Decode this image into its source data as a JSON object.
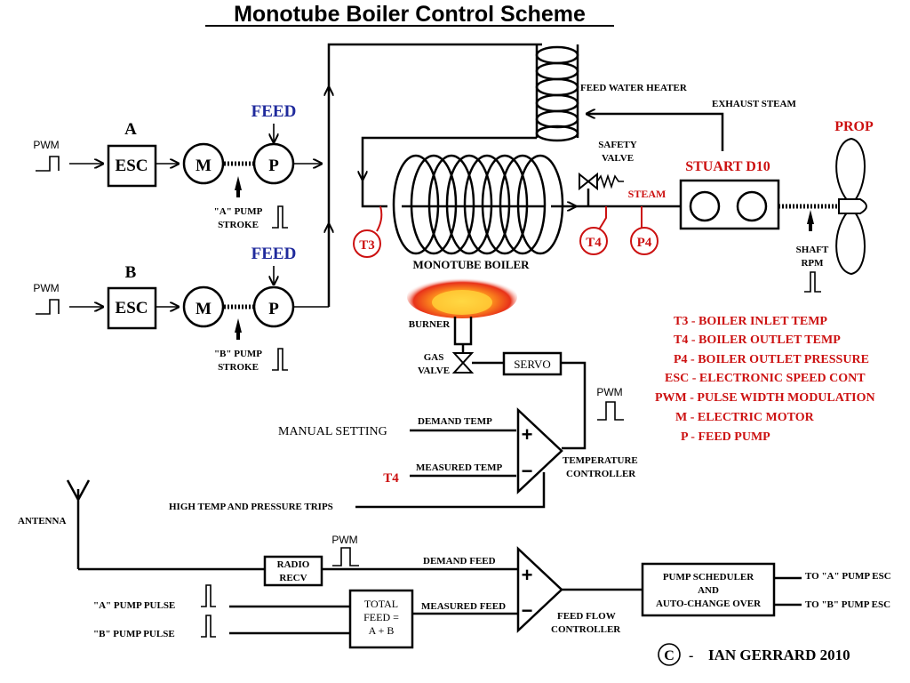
{
  "title": "Monotube Boiler Control Scheme",
  "pumps": {
    "a": {
      "letter": "A",
      "feed": "FEED",
      "pwm": "PWM",
      "esc": "ESC",
      "motor": "M",
      "pump": "P",
      "stroke_line1": "\"A\" PUMP",
      "stroke_line2": "STROKE"
    },
    "b": {
      "letter": "B",
      "feed": "FEED",
      "pwm": "PWM",
      "esc": "ESC",
      "motor": "M",
      "pump": "P",
      "stroke_line1": "\"B\" PUMP",
      "stroke_line2": "STROKE"
    }
  },
  "boiler": {
    "heater": "FEED WATER HEATER",
    "exhaust": "EXHAUST STEAM",
    "safety_line1": "SAFETY",
    "safety_line2": "VALVE",
    "engine": "STUART D10",
    "steam": "STEAM",
    "prop": "PROP",
    "shaft_line1": "SHAFT",
    "shaft_line2": "RPM",
    "name": "MONOTUBE BOILER",
    "t3": "T3",
    "t4": "T4",
    "p4": "P4",
    "burner": "BURNER",
    "gas_line1": "GAS",
    "gas_line2": "VALVE",
    "servo": "SERVO"
  },
  "legend": [
    "T3  - BOILER INLET TEMP",
    "T4  - BOILER OUTLET TEMP",
    "P4 - BOILER OUTLET PRESSURE",
    "ESC - ELECTRONIC SPEED CONT",
    "PWM - PULSE WIDTH MODULATION",
    "M - ELECTRIC MOTOR",
    "P - FEED PUMP"
  ],
  "temp_ctrl": {
    "pwm": "PWM",
    "manual": "MANUAL SETTING",
    "demand": "DEMAND TEMP",
    "measured": "MEASURED TEMP",
    "t4": "T4",
    "plus": "+",
    "minus": "−",
    "name_line1": "TEMPERATURE",
    "name_line2": "CONTROLLER",
    "trips": "HIGH TEMP AND PRESSURE TRIPS"
  },
  "feed_ctrl": {
    "antenna": "ANTENNA",
    "radio_line1": "RADIO",
    "radio_line2": "RECV",
    "pwm": "PWM",
    "demand": "DEMAND FEED",
    "measured": "MEASURED FEED",
    "plus": "+",
    "minus": "−",
    "name_line1": "FEED FLOW",
    "name_line2": "CONTROLLER",
    "a_pulse": "\"A\" PUMP PULSE",
    "b_pulse": "\"B\" PUMP PULSE",
    "total_line1": "TOTAL",
    "total_line2": "FEED =",
    "total_line3": "A + B",
    "sched_line1": "PUMP SCHEDULER",
    "sched_line2": "AND",
    "sched_line3": "AUTO-CHANGE OVER",
    "to_a": "TO \"A\" PUMP ESC",
    "to_b": "TO \"B\" PUMP ESC"
  },
  "copyright": {
    "symbol": "C",
    "dash": "-",
    "author": "IAN GERRARD 2010"
  }
}
